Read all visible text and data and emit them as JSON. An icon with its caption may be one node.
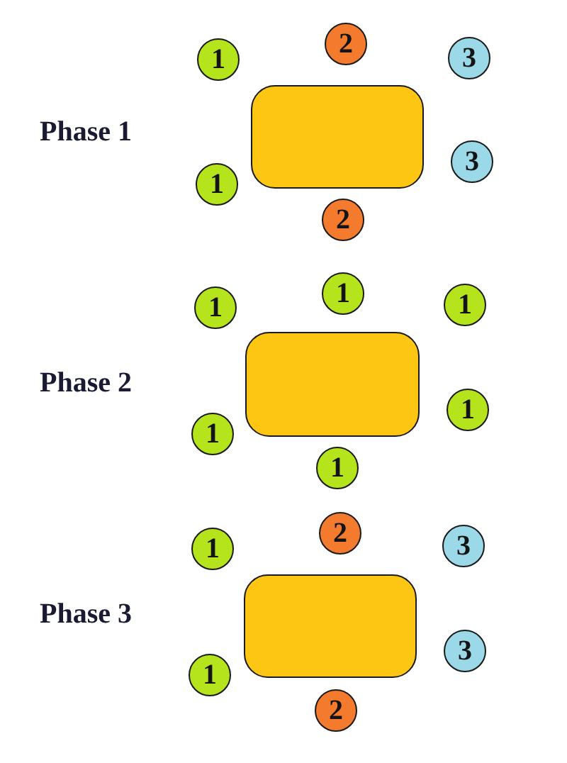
{
  "diagram": {
    "nodes": [
      {
        "text": [
          "1"
        ]
      },
      {
        "text": [
          "2"
        ]
      },
      {
        "text": [
          "3"
        ]
      },
      {
        "text": [],
        "shape": "box"
      },
      {
        "text": [
          "3"
        ]
      },
      {
        "text": [
          "1"
        ]
      },
      {
        "text": [
          "2"
        ]
      },
      {
        "text": [
          "1"
        ]
      },
      {
        "text": [
          "1"
        ]
      },
      {
        "text": [
          "1"
        ]
      },
      {
        "text": [],
        "shape": "box"
      },
      {
        "text": [
          "1"
        ]
      },
      {
        "text": [
          "1"
        ]
      },
      {
        "text": [
          "1"
        ]
      },
      {
        "text": [
          "1"
        ]
      },
      {
        "text": [
          "2"
        ]
      },
      {
        "text": [
          "3"
        ]
      },
      {
        "text": [],
        "shape": "box"
      },
      {
        "text": [
          "3"
        ]
      },
      {
        "text": [
          "1"
        ]
      },
      {
        "text": [
          "2"
        ]
      }
    ],
    "labels": [
      "Phase 1",
      "Phase 2",
      "Phase 3"
    ]
  }
}
